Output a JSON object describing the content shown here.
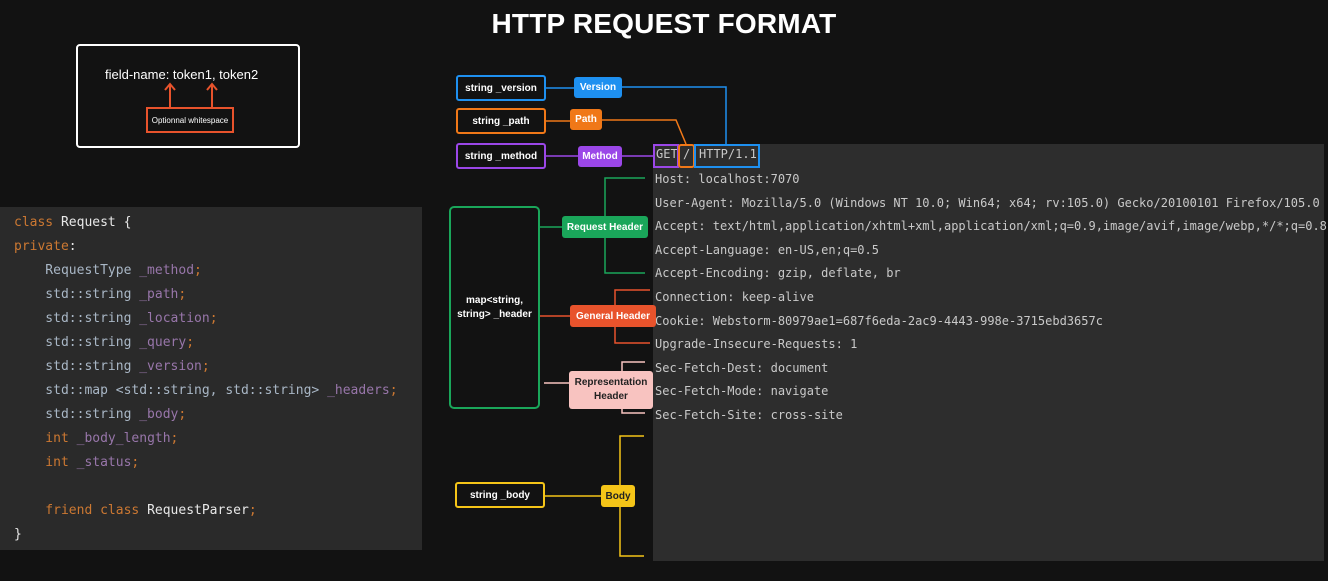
{
  "title": "HTTP REQUEST FORMAT",
  "field_example": {
    "text": "field-name: token1, token2",
    "note": "Optionnal whitespace"
  },
  "code_lines": [
    [
      {
        "t": "class ",
        "c": "kw"
      },
      {
        "t": "Request {",
        "c": "cls"
      }
    ],
    [
      {
        "t": "private",
        "c": "kw"
      },
      {
        "t": ":",
        "c": "cls"
      }
    ],
    [
      {
        "t": "    RequestType ",
        "c": "ty"
      },
      {
        "t": "_method",
        "c": "mem"
      },
      {
        "t": ";",
        "c": "kw"
      }
    ],
    [
      {
        "t": "    std::string ",
        "c": "ty"
      },
      {
        "t": "_path",
        "c": "mem"
      },
      {
        "t": ";",
        "c": "kw"
      }
    ],
    [
      {
        "t": "    std::string ",
        "c": "ty"
      },
      {
        "t": "_location",
        "c": "mem"
      },
      {
        "t": ";",
        "c": "kw"
      }
    ],
    [
      {
        "t": "    std::string ",
        "c": "ty"
      },
      {
        "t": "_query",
        "c": "mem"
      },
      {
        "t": ";",
        "c": "kw"
      }
    ],
    [
      {
        "t": "    std::string ",
        "c": "ty"
      },
      {
        "t": "_version",
        "c": "mem"
      },
      {
        "t": ";",
        "c": "kw"
      }
    ],
    [
      {
        "t": "    std::map <std::string, std::string> ",
        "c": "ty"
      },
      {
        "t": "_headers",
        "c": "mem"
      },
      {
        "t": ";",
        "c": "kw"
      }
    ],
    [
      {
        "t": "    std::string ",
        "c": "ty"
      },
      {
        "t": "_body",
        "c": "mem"
      },
      {
        "t": ";",
        "c": "kw"
      }
    ],
    [
      {
        "t": "    int ",
        "c": "kw"
      },
      {
        "t": "_body_length",
        "c": "mem"
      },
      {
        "t": ";",
        "c": "kw"
      }
    ],
    [
      {
        "t": "    int ",
        "c": "kw"
      },
      {
        "t": "_status",
        "c": "mem"
      },
      {
        "t": ";",
        "c": "kw"
      }
    ],
    [
      {
        "t": "",
        "c": "cls"
      }
    ],
    [
      {
        "t": "    friend class ",
        "c": "kw"
      },
      {
        "t": "RequestParser",
        "c": "cls"
      },
      {
        "t": ";",
        "c": "kw"
      }
    ],
    [
      {
        "t": "}",
        "c": "cls"
      }
    ]
  ],
  "request_line": {
    "method": "GET",
    "path": "/",
    "version": "HTTP/1.1"
  },
  "headers": [
    "Host: localhost:7070",
    "User-Agent: Mozilla/5.0 (Windows NT 10.0; Win64; x64; rv:105.0) Gecko/20100101 Firefox/105.0",
    "Accept: text/html,application/xhtml+xml,application/xml;q=0.9,image/avif,image/webp,*/*;q=0.8",
    "Accept-Language: en-US,en;q=0.5",
    "Accept-Encoding: gzip, deflate, br",
    "Connection: keep-alive",
    "Cookie: Webstorm-80979ae1=687f6eda-2ac9-4443-998e-3715ebd3657c",
    "Upgrade-Insecure-Requests: 1",
    "Sec-Fetch-Dest: document",
    "Sec-Fetch-Mode: navigate",
    "Sec-Fetch-Site: cross-site"
  ],
  "labels": {
    "string_version": "string _version",
    "string_path": "string _path",
    "string_method": "string _method",
    "map_header": "map<string, string> _header",
    "string_body": "string _body",
    "version": "Version",
    "path": "Path",
    "method": "Method",
    "request_header": "Request Header",
    "general_header": "General Header",
    "representation_header": "Representation Header",
    "body": "Body"
  },
  "colors": {
    "version": "#1e90f0",
    "path": "#f07818",
    "method": "#9b47e8",
    "request_header": "#1aa65a",
    "general_header": "#e8532c",
    "representation_header": "#f8c3c0",
    "body": "#f5c518"
  }
}
